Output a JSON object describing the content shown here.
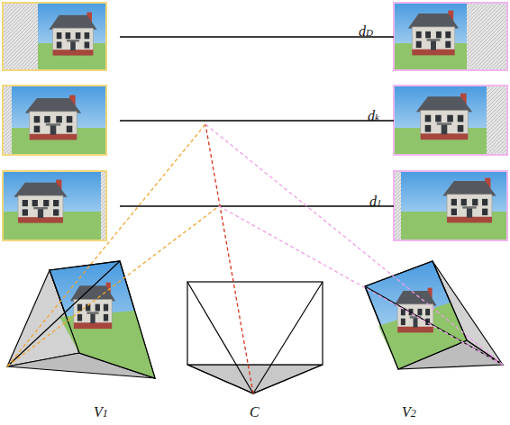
{
  "diagram": {
    "labels": [
      "dD",
      "dk",
      "d1",
      "V1",
      "C",
      "V2"
    ]
  }
}
